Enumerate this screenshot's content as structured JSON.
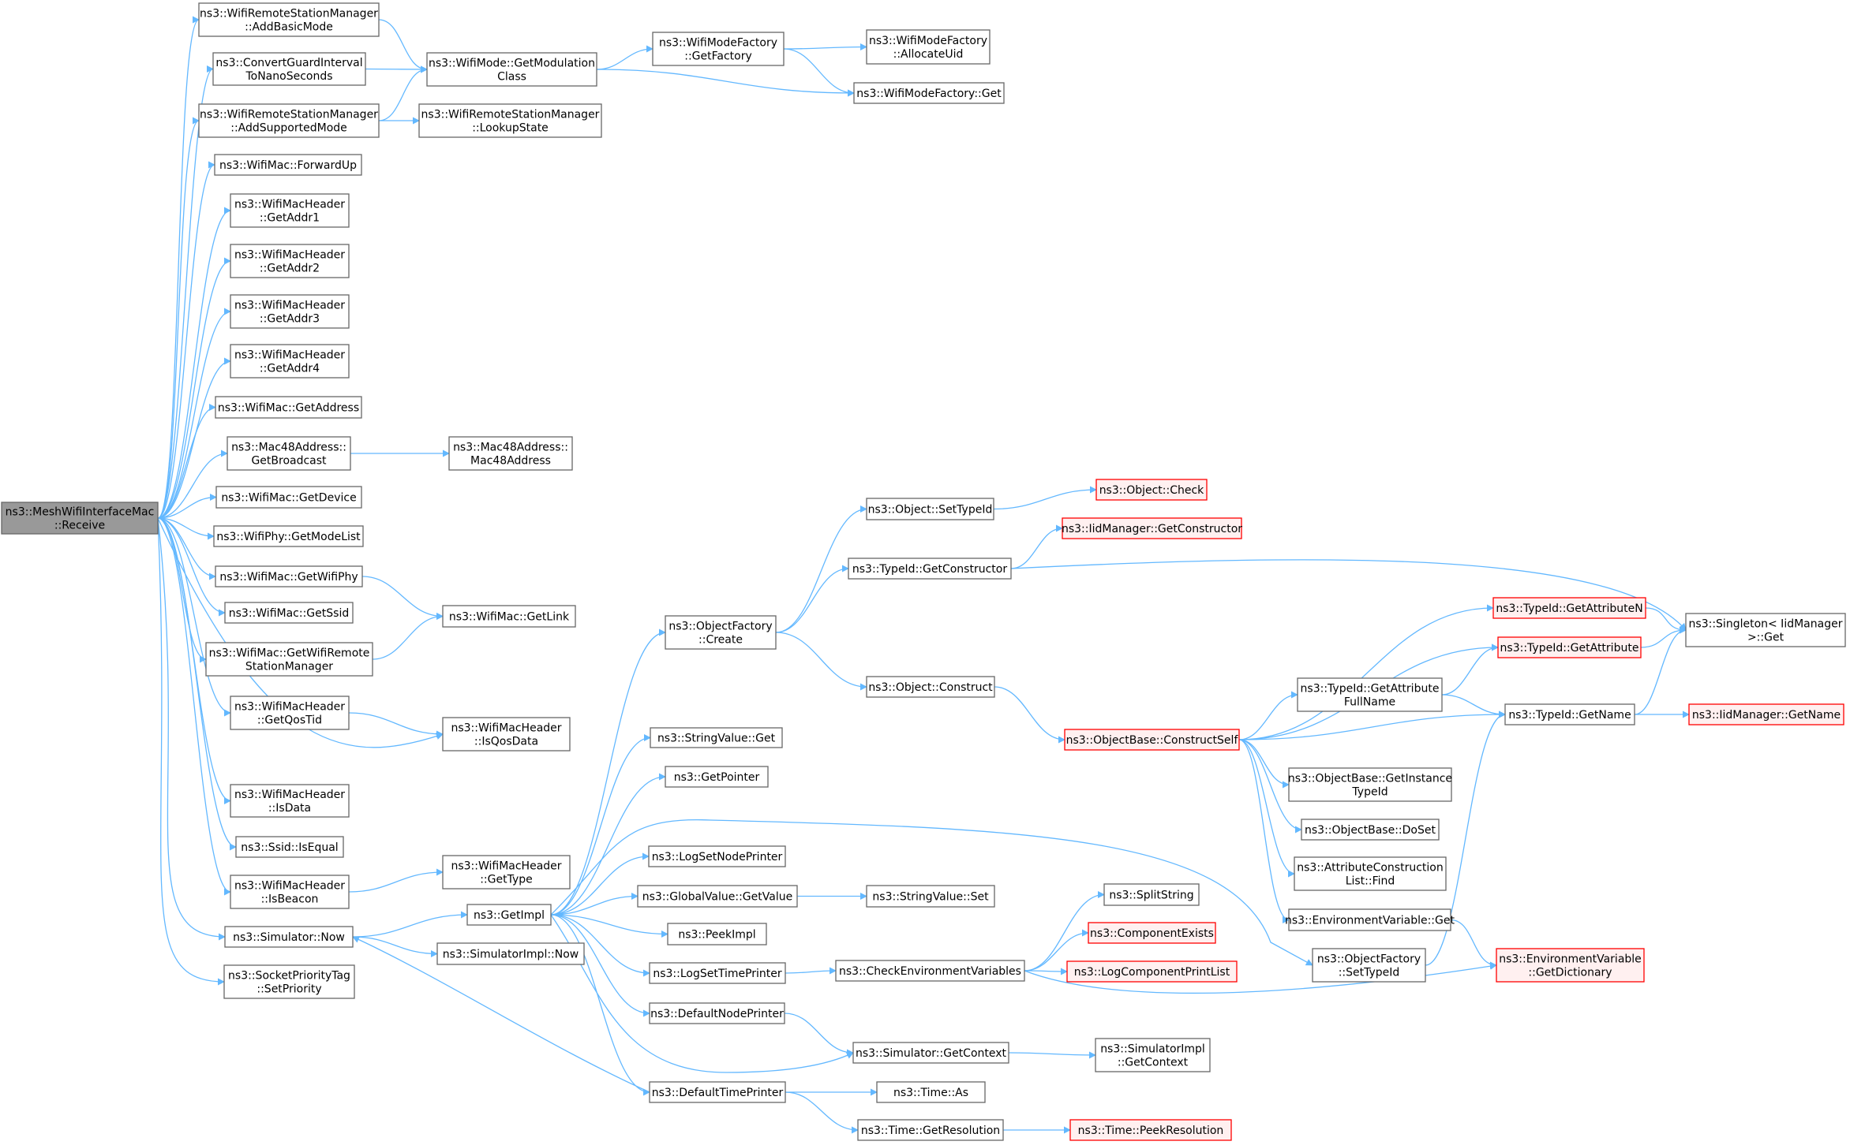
{
  "colors": {
    "edge": "#63b8ff",
    "box_border": "#666666",
    "box_fill": "#ffffff",
    "focus_fill": "#999999",
    "focus_border": "#666666",
    "truncated_border": "#ff0000",
    "truncated_fill": "#fff0f0",
    "text": "#000000"
  },
  "nodes": [
    {
      "id": "receive",
      "lines": [
        "ns3::MeshWifiInterfaceMac",
        "::Receive"
      ],
      "style": "focus"
    },
    {
      "id": "addbasicmode",
      "lines": [
        "ns3::WifiRemoteStationManager",
        "::AddBasicMode"
      ]
    },
    {
      "id": "convertgi",
      "lines": [
        "ns3::ConvertGuardInterval",
        "ToNanoSeconds"
      ]
    },
    {
      "id": "addsupported",
      "lines": [
        "ns3::WifiRemoteStationManager",
        "::AddSupportedMode"
      ]
    },
    {
      "id": "forwardup",
      "lines": [
        "ns3::WifiMac::ForwardUp"
      ]
    },
    {
      "id": "getaddr1",
      "lines": [
        "ns3::WifiMacHeader",
        "::GetAddr1"
      ]
    },
    {
      "id": "getaddr2",
      "lines": [
        "ns3::WifiMacHeader",
        "::GetAddr2"
      ]
    },
    {
      "id": "getaddr3",
      "lines": [
        "ns3::WifiMacHeader",
        "::GetAddr3"
      ]
    },
    {
      "id": "getaddr4",
      "lines": [
        "ns3::WifiMacHeader",
        "::GetAddr4"
      ]
    },
    {
      "id": "getaddress",
      "lines": [
        "ns3::WifiMac::GetAddress"
      ]
    },
    {
      "id": "getbroadcast",
      "lines": [
        "ns3::Mac48Address::",
        "GetBroadcast"
      ]
    },
    {
      "id": "getdevice",
      "lines": [
        "ns3::WifiMac::GetDevice"
      ]
    },
    {
      "id": "getmodelist",
      "lines": [
        "ns3::WifiPhy::GetModeList"
      ]
    },
    {
      "id": "getwifiphy",
      "lines": [
        "ns3::WifiMac::GetWifiPhy"
      ]
    },
    {
      "id": "getssid",
      "lines": [
        "ns3::WifiMac::GetSsid"
      ]
    },
    {
      "id": "getwifiremote",
      "lines": [
        "ns3::WifiMac::GetWifiRemote",
        "StationManager"
      ]
    },
    {
      "id": "getqostid",
      "lines": [
        "ns3::WifiMacHeader",
        "::GetQosTid"
      ]
    },
    {
      "id": "isdata",
      "lines": [
        "ns3::WifiMacHeader",
        "::IsData"
      ]
    },
    {
      "id": "isequal",
      "lines": [
        "ns3::Ssid::IsEqual"
      ]
    },
    {
      "id": "isbeacon",
      "lines": [
        "ns3::WifiMacHeader",
        "::IsBeacon"
      ]
    },
    {
      "id": "simnow",
      "lines": [
        "ns3::Simulator::Now"
      ]
    },
    {
      "id": "setpriority",
      "lines": [
        "ns3::SocketPriorityTag",
        "::SetPriority"
      ]
    },
    {
      "id": "getmodclass",
      "lines": [
        "ns3::WifiMode::GetModulation",
        "Class"
      ]
    },
    {
      "id": "lookupstate",
      "lines": [
        "ns3::WifiRemoteStationManager",
        "::LookupState"
      ]
    },
    {
      "id": "mac48addr",
      "lines": [
        "ns3::Mac48Address::",
        "Mac48Address"
      ]
    },
    {
      "id": "getlink",
      "lines": [
        "ns3::WifiMac::GetLink"
      ]
    },
    {
      "id": "isqosdata",
      "lines": [
        "ns3::WifiMacHeader",
        "::IsQosData"
      ]
    },
    {
      "id": "gettype",
      "lines": [
        "ns3::WifiMacHeader",
        "::GetType"
      ]
    },
    {
      "id": "getimpl",
      "lines": [
        "ns3::GetImpl"
      ]
    },
    {
      "id": "simimplnow",
      "lines": [
        "ns3::SimulatorImpl::Now"
      ]
    },
    {
      "id": "getfactory",
      "lines": [
        "ns3::WifiModeFactory",
        "::GetFactory"
      ]
    },
    {
      "id": "allocateuid",
      "lines": [
        "ns3::WifiModeFactory",
        "::AllocateUid"
      ]
    },
    {
      "id": "wmfget",
      "lines": [
        "ns3::WifiModeFactory::Get"
      ]
    },
    {
      "id": "ofcreate",
      "lines": [
        "ns3::ObjectFactory",
        "::Create"
      ]
    },
    {
      "id": "strvalget",
      "lines": [
        "ns3::StringValue::Get"
      ]
    },
    {
      "id": "getpointer",
      "lines": [
        "ns3::GetPointer"
      ]
    },
    {
      "id": "logsetnode",
      "lines": [
        "ns3::LogSetNodePrinter"
      ]
    },
    {
      "id": "gvgetvalue",
      "lines": [
        "ns3::GlobalValue::GetValue"
      ]
    },
    {
      "id": "peekimpl",
      "lines": [
        "ns3::PeekImpl"
      ]
    },
    {
      "id": "logsettime",
      "lines": [
        "ns3::LogSetTimePrinter"
      ]
    },
    {
      "id": "defnodeprinter",
      "lines": [
        "ns3::DefaultNodePrinter"
      ]
    },
    {
      "id": "deftimeprinter",
      "lines": [
        "ns3::DefaultTimePrinter"
      ]
    },
    {
      "id": "objsettypeid",
      "lines": [
        "ns3::Object::SetTypeId"
      ]
    },
    {
      "id": "tidgetctor",
      "lines": [
        "ns3::TypeId::GetConstructor"
      ]
    },
    {
      "id": "objconstruct",
      "lines": [
        "ns3::Object::Construct"
      ]
    },
    {
      "id": "strvalset",
      "lines": [
        "ns3::StringValue::Set"
      ]
    },
    {
      "id": "checkenv",
      "lines": [
        "ns3::CheckEnvironmentVariables"
      ]
    },
    {
      "id": "simgetctx",
      "lines": [
        "ns3::Simulator::GetContext"
      ]
    },
    {
      "id": "timeas",
      "lines": [
        "ns3::Time::As"
      ]
    },
    {
      "id": "timegetres",
      "lines": [
        "ns3::Time::GetResolution"
      ]
    },
    {
      "id": "objcheck",
      "lines": [
        "ns3::Object::Check"
      ],
      "style": "truncated"
    },
    {
      "id": "iidgetctor",
      "lines": [
        "ns3::IidManager::GetConstructor"
      ],
      "style": "truncated"
    },
    {
      "id": "constructself",
      "lines": [
        "ns3::ObjectBase::ConstructSelf"
      ],
      "style": "truncated"
    },
    {
      "id": "splitstring",
      "lines": [
        "ns3::SplitString"
      ]
    },
    {
      "id": "compexists",
      "lines": [
        "ns3::ComponentExists"
      ],
      "style": "truncated"
    },
    {
      "id": "logcompprint",
      "lines": [
        "ns3::LogComponentPrintList"
      ],
      "style": "truncated"
    },
    {
      "id": "simimplgetctx",
      "lines": [
        "ns3::SimulatorImpl",
        "::GetContext"
      ]
    },
    {
      "id": "peekres",
      "lines": [
        "ns3::Time::PeekResolution"
      ],
      "style": "truncated"
    },
    {
      "id": "getattrfull",
      "lines": [
        "ns3::TypeId::GetAttribute",
        "FullName"
      ]
    },
    {
      "id": "getinsttid",
      "lines": [
        "ns3::ObjectBase::GetInstance",
        "TypeId"
      ]
    },
    {
      "id": "doset",
      "lines": [
        "ns3::ObjectBase::DoSet"
      ]
    },
    {
      "id": "attrfind",
      "lines": [
        "ns3::AttributeConstruction",
        "List::Find"
      ]
    },
    {
      "id": "envget",
      "lines": [
        "ns3::EnvironmentVariable::Get"
      ]
    },
    {
      "id": "ofsettypeid",
      "lines": [
        "ns3::ObjectFactory",
        "::SetTypeId"
      ]
    },
    {
      "id": "getattrn",
      "lines": [
        "ns3::TypeId::GetAttributeN"
      ],
      "style": "truncated"
    },
    {
      "id": "getattr",
      "lines": [
        "ns3::TypeId::GetAttribute"
      ],
      "style": "truncated"
    },
    {
      "id": "tidgetname",
      "lines": [
        "ns3::TypeId::GetName"
      ]
    },
    {
      "id": "envgetdict",
      "lines": [
        "ns3::EnvironmentVariable",
        "::GetDictionary"
      ],
      "style": "truncated"
    },
    {
      "id": "singletonget",
      "lines": [
        "ns3::Singleton< IidManager",
        ">::Get"
      ]
    },
    {
      "id": "iidgetname",
      "lines": [
        "ns3::IidManager::GetName"
      ],
      "style": "truncated"
    }
  ],
  "edges": [
    [
      "receive",
      "addbasicmode"
    ],
    [
      "receive",
      "convertgi"
    ],
    [
      "receive",
      "addsupported"
    ],
    [
      "receive",
      "forwardup"
    ],
    [
      "receive",
      "getaddr1"
    ],
    [
      "receive",
      "getaddr2"
    ],
    [
      "receive",
      "getaddr3"
    ],
    [
      "receive",
      "getaddr4"
    ],
    [
      "receive",
      "getaddress"
    ],
    [
      "receive",
      "getbroadcast"
    ],
    [
      "receive",
      "getdevice"
    ],
    [
      "receive",
      "getmodelist"
    ],
    [
      "receive",
      "getwifiphy"
    ],
    [
      "receive",
      "getssid"
    ],
    [
      "receive",
      "getwifiremote"
    ],
    [
      "receive",
      "getqostid"
    ],
    [
      "receive",
      "isqosdata"
    ],
    [
      "receive",
      "isdata"
    ],
    [
      "receive",
      "isequal"
    ],
    [
      "receive",
      "isbeacon"
    ],
    [
      "receive",
      "simnow"
    ],
    [
      "receive",
      "setpriority"
    ],
    [
      "addbasicmode",
      "getmodclass"
    ],
    [
      "convertgi",
      "getmodclass"
    ],
    [
      "addsupported",
      "getmodclass"
    ],
    [
      "addsupported",
      "lookupstate"
    ],
    [
      "getbroadcast",
      "mac48addr"
    ],
    [
      "getwifiphy",
      "getlink"
    ],
    [
      "getwifiremote",
      "getlink"
    ],
    [
      "getqostid",
      "isqosdata"
    ],
    [
      "isbeacon",
      "gettype"
    ],
    [
      "simnow",
      "getimpl"
    ],
    [
      "simnow",
      "simimplnow"
    ],
    [
      "getmodclass",
      "getfactory"
    ],
    [
      "getmodclass",
      "wmfget"
    ],
    [
      "getfactory",
      "allocateuid"
    ],
    [
      "getfactory",
      "wmfget"
    ],
    [
      "getimpl",
      "ofcreate"
    ],
    [
      "getimpl",
      "strvalget"
    ],
    [
      "getimpl",
      "getpointer"
    ],
    [
      "getimpl",
      "logsetnode"
    ],
    [
      "getimpl",
      "gvgetvalue"
    ],
    [
      "getimpl",
      "peekimpl"
    ],
    [
      "getimpl",
      "logsettime"
    ],
    [
      "getimpl",
      "defnodeprinter"
    ],
    [
      "getimpl",
      "deftimeprinter"
    ],
    [
      "getimpl",
      "simgetctx"
    ],
    [
      "getimpl",
      "ofsettypeid"
    ],
    [
      "ofcreate",
      "objsettypeid"
    ],
    [
      "ofcreate",
      "tidgetctor"
    ],
    [
      "ofcreate",
      "objconstruct"
    ],
    [
      "objsettypeid",
      "objcheck"
    ],
    [
      "tidgetctor",
      "iidgetctor"
    ],
    [
      "tidgetctor",
      "singletonget"
    ],
    [
      "objconstruct",
      "constructself"
    ],
    [
      "gvgetvalue",
      "strvalset"
    ],
    [
      "logsettime",
      "checkenv"
    ],
    [
      "defnodeprinter",
      "simgetctx"
    ],
    [
      "deftimeprinter",
      "simnow"
    ],
    [
      "deftimeprinter",
      "timeas"
    ],
    [
      "deftimeprinter",
      "timegetres"
    ],
    [
      "simgetctx",
      "simimplgetctx"
    ],
    [
      "timegetres",
      "peekres"
    ],
    [
      "checkenv",
      "splitstring"
    ],
    [
      "checkenv",
      "compexists"
    ],
    [
      "checkenv",
      "logcompprint"
    ],
    [
      "checkenv",
      "envgetdict"
    ],
    [
      "constructself",
      "getattrn"
    ],
    [
      "constructself",
      "getattr"
    ],
    [
      "constructself",
      "getattrfull"
    ],
    [
      "constructself",
      "tidgetname"
    ],
    [
      "constructself",
      "getinsttid"
    ],
    [
      "constructself",
      "doset"
    ],
    [
      "constructself",
      "attrfind"
    ],
    [
      "constructself",
      "envget"
    ],
    [
      "getattrfull",
      "getattr"
    ],
    [
      "getattrfull",
      "tidgetname"
    ],
    [
      "envget",
      "envgetdict"
    ],
    [
      "ofsettypeid",
      "tidgetname"
    ],
    [
      "getattrn",
      "singletonget"
    ],
    [
      "getattr",
      "singletonget"
    ],
    [
      "tidgetname",
      "singletonget"
    ],
    [
      "tidgetname",
      "iidgetname"
    ]
  ]
}
